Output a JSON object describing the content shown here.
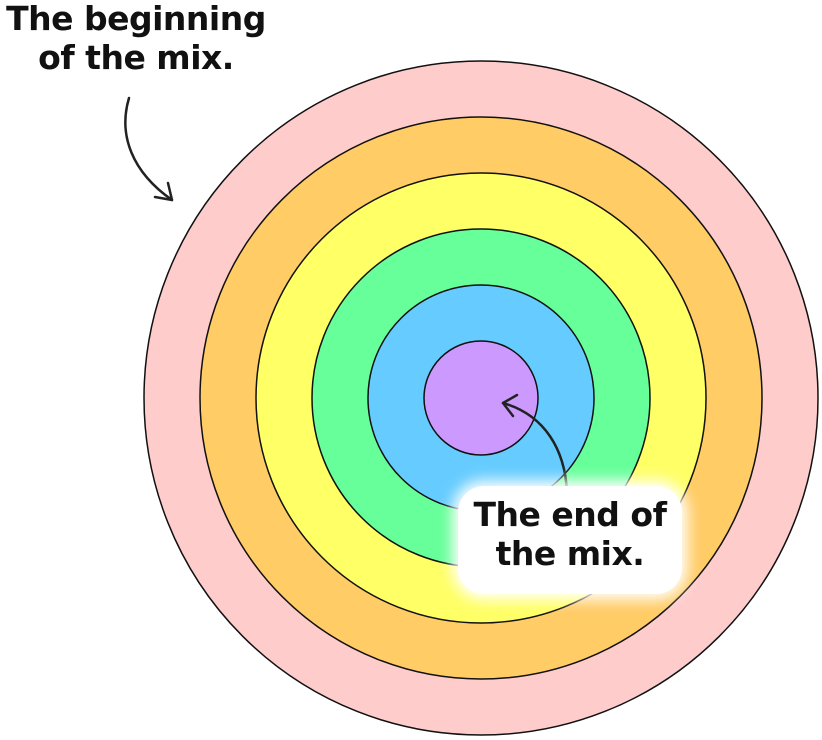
{
  "annotations": {
    "beginning": {
      "line1": "The beginning",
      "line2": "of the mix."
    },
    "end": {
      "line1": "The end of",
      "line2": "the mix."
    }
  },
  "rings": [
    {
      "fill": "#ffcccc"
    },
    {
      "fill": "#ffcc66"
    },
    {
      "fill": "#ffff66"
    },
    {
      "fill": "#66ff99"
    },
    {
      "fill": "#66ccff"
    },
    {
      "fill": "#cc99ff"
    }
  ],
  "colors": {
    "outline": "#111111",
    "arrow": "#222222",
    "text": "#111111"
  }
}
